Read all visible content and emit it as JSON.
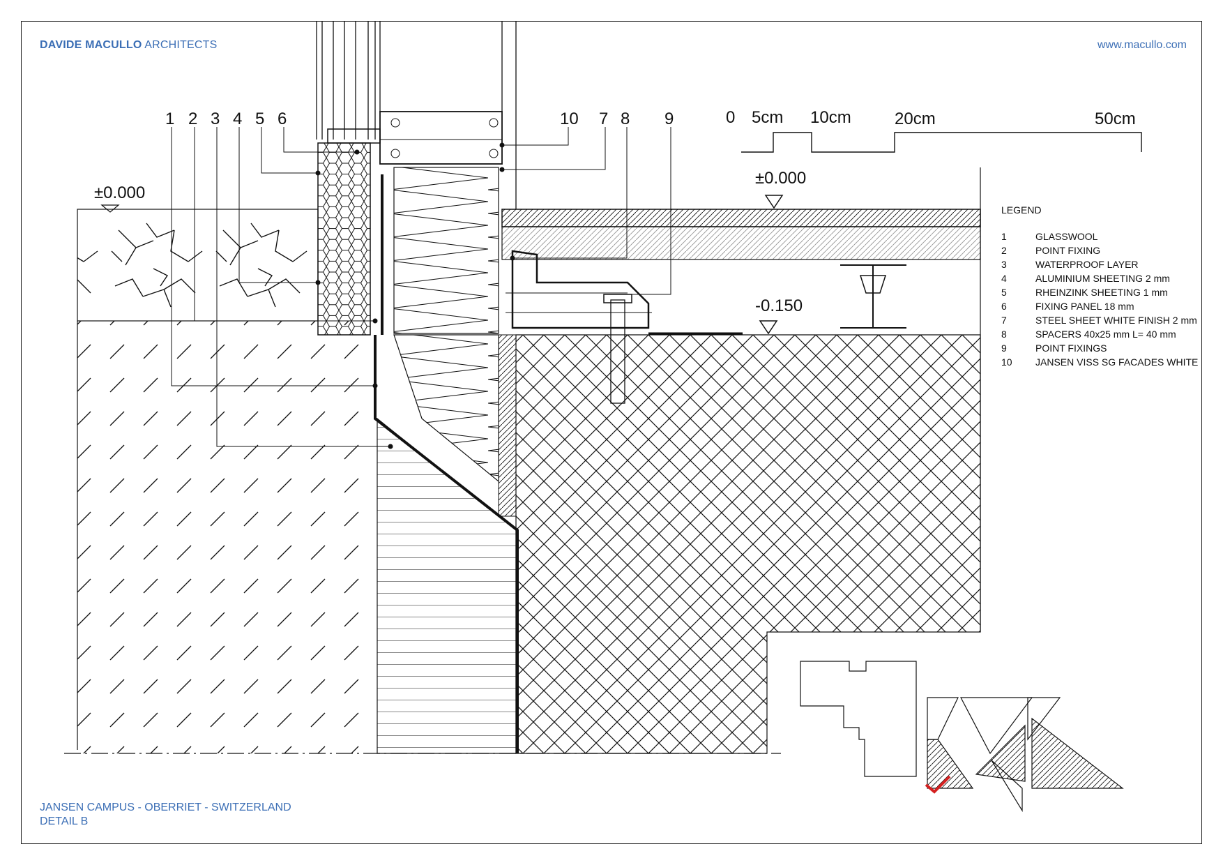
{
  "header": {
    "brand_bold": "DAVIDE MACULLO",
    "brand_rest": "ARCHITECTS",
    "url": "www.macullo.com"
  },
  "callouts": [
    "1",
    "2",
    "3",
    "4",
    "5",
    "6",
    "10",
    "7",
    "8",
    "9"
  ],
  "scale_bar": {
    "labels": [
      "0",
      "5cm",
      "10cm",
      "20cm",
      "50cm"
    ]
  },
  "elevations": {
    "left": "±0.000",
    "right": "±0.000",
    "lower": "-0.150"
  },
  "legend": {
    "title": "LEGEND",
    "items": [
      {
        "num": "1",
        "text": "GLASSWOOL"
      },
      {
        "num": "2",
        "text": "POINT FIXING"
      },
      {
        "num": "3",
        "text": "WATERPROOF LAYER"
      },
      {
        "num": "4",
        "text": "ALUMINIUM SHEETING  2 mm"
      },
      {
        "num": "5",
        "text": "RHEINZINK SHEETING 1 mm"
      },
      {
        "num": "6",
        "text": "FIXING PANEL 18 mm"
      },
      {
        "num": "7",
        "text": "STEEL SHEET WHITE FINISH 2 mm"
      },
      {
        "num": "8",
        "text": "SPACERS 40x25 mm  L= 40 mm"
      },
      {
        "num": "9",
        "text": "POINT FIXINGS"
      },
      {
        "num": "10",
        "text": "JANSEN VISS SG FACADES WHITE"
      }
    ]
  },
  "footer": {
    "project": "JANSEN CAMPUS - OBERRIET - SWITZERLAND",
    "detail": "DETAIL B"
  },
  "colors": {
    "brand": "#3b6eb5",
    "ink": "#111111",
    "marker": "#d42020"
  }
}
